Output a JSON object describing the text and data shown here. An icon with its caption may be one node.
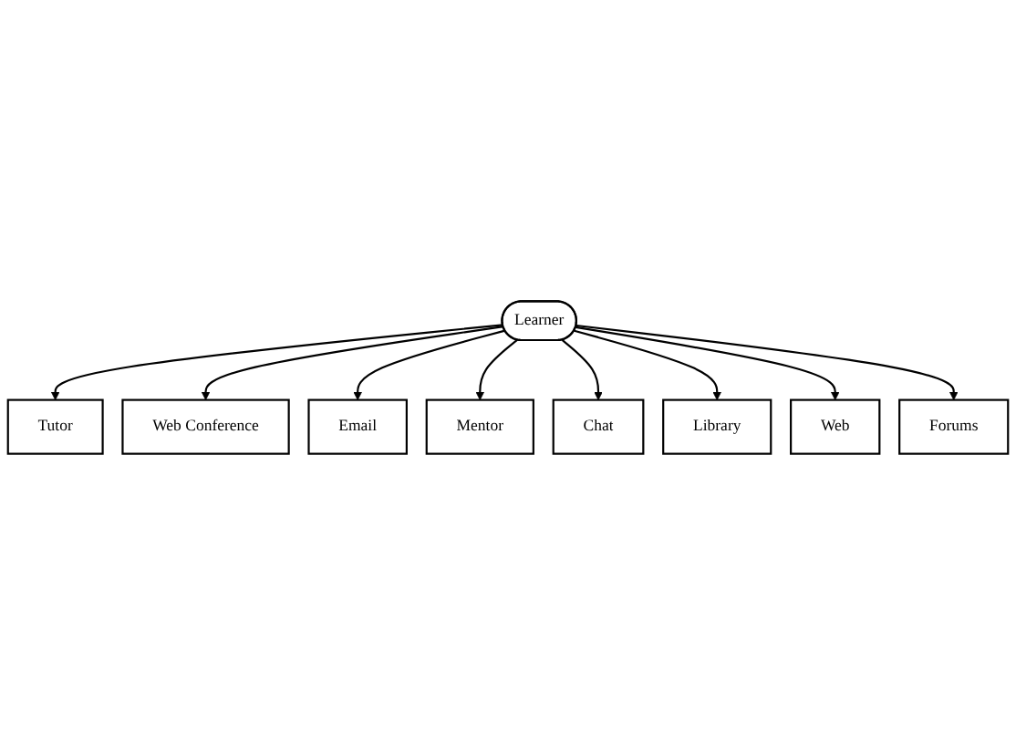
{
  "diagram": {
    "nodes": [
      {
        "text": [
          "Tutor"
        ]
      },
      {
        "text": [
          "Web Conference"
        ]
      },
      {
        "text": [
          "Email"
        ]
      },
      {
        "text": [
          "Mentor"
        ]
      },
      {
        "text": [
          "Learner"
        ]
      },
      {
        "text": [
          "Chat"
        ]
      },
      {
        "text": [
          "Library"
        ]
      },
      {
        "text": [
          "Web"
        ]
      },
      {
        "text": [
          "Forums"
        ]
      }
    ],
    "edges": [
      {
        "from": 4,
        "to": 0,
        "arrow": "to"
      },
      {
        "from": 4,
        "to": 1,
        "arrow": "to"
      },
      {
        "from": 4,
        "to": 2,
        "arrow": "to"
      },
      {
        "from": 4,
        "to": 3,
        "arrow": "to"
      },
      {
        "from": 4,
        "to": 5,
        "arrow": "to"
      },
      {
        "from": 4,
        "to": 6,
        "arrow": "to"
      },
      {
        "from": 4,
        "to": 7,
        "arrow": "to"
      },
      {
        "from": 4,
        "to": 8,
        "arrow": "to"
      }
    ]
  }
}
